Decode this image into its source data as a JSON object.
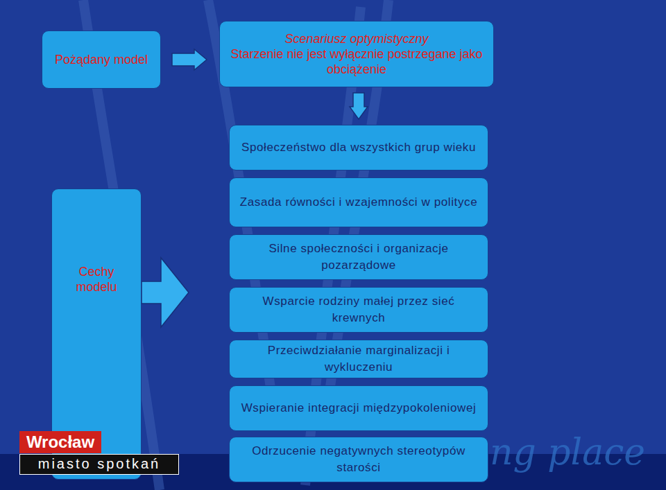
{
  "diagram": {
    "nodes": [
      {
        "text": [
          "Pożądany model"
        ]
      },
      {
        "text": [
          "Scenariusz optymistyczny",
          "Starzenie nie jest wyłącznie postrzegane jako obciążenie"
        ]
      },
      {
        "text": [
          "Społeczeństwo dla wszystkich grup wieku"
        ]
      },
      {
        "text": [
          "Zasada równości i wzajemności w polityce"
        ]
      },
      {
        "text": [
          "Silne społeczności i organizacje pozarządowe"
        ]
      },
      {
        "text": [
          "Wsparcie rodziny małej przez sieć krewnych"
        ]
      },
      {
        "text": [
          "Przeciwdziałanie marginalizacji i wykluczeniu"
        ]
      },
      {
        "text": [
          "Wspieranie integracji międzypokoleniowej"
        ]
      },
      {
        "text": [
          "Odrzucenie negatywnych stereotypów starości"
        ]
      },
      {
        "text": [
          "Cechy modelu"
        ]
      }
    ],
    "edges": [
      {
        "from": 0,
        "to": 1,
        "arrow": "to"
      },
      {
        "from": 1,
        "to": 2,
        "arrow": "to"
      },
      {
        "from": 9,
        "to": 5,
        "arrow": "to"
      }
    ],
    "labels": [
      "Wrocław",
      "miasto spotkań",
      "ng place"
    ]
  }
}
